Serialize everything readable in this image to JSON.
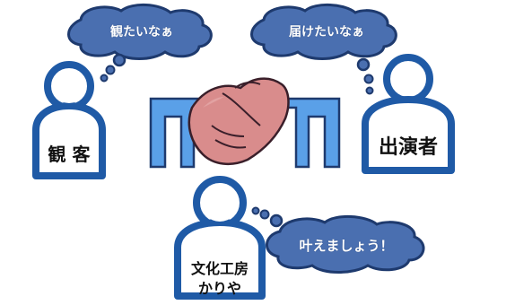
{
  "clouds": {
    "audience_thought": "観たいなぁ",
    "performer_thought": "届けたいなぁ",
    "kariya_thought": "叶えましょう！"
  },
  "persons": {
    "audience_label": "観 客",
    "performer_label": "出演者",
    "kariya_label_line1": "文化工房",
    "kariya_label_line2": "かりや"
  },
  "colors": {
    "figure_outline": "#1f5aa6",
    "cloud_fill": "#4a6fb0",
    "cloud_stroke": "#1e3a6e",
    "bridge_blue": "#5aa0e8",
    "hand_skin": "#d98c8c"
  }
}
